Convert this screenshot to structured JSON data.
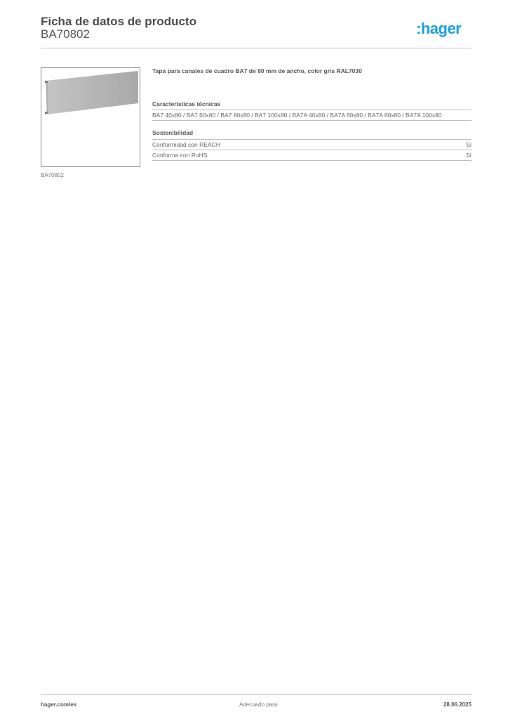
{
  "header": {
    "title": "Ficha de datos de producto",
    "product_code": "BA70802",
    "logo_text": ":hager",
    "logo_color": "#1aa0e0"
  },
  "product": {
    "image_alt": "product-image-cover-panel",
    "image_caption": "BA70802",
    "description": "Tapa para canales de cuadro BA7 de 80 mm de ancho, color gris RAL7030"
  },
  "sections": {
    "technical": {
      "title": "Características técnicas",
      "compatibility": "BA7 40x80 / BA7 60x80 / BA7 80x80 / BA7 100x80 / BA7A 40x80 / BA7A 60x80 / BA7A 80x80 / BA7A 100x80"
    },
    "sustainability": {
      "title": "Sostenibilidad",
      "rows": [
        {
          "label": "Conformidad con REACH",
          "value": "Sí"
        },
        {
          "label": "Conforme con RoHS",
          "value": "Sí"
        }
      ]
    }
  },
  "footer": {
    "website": "hager.com/es",
    "center": "Adecuado para",
    "date": "28.06.2025"
  }
}
